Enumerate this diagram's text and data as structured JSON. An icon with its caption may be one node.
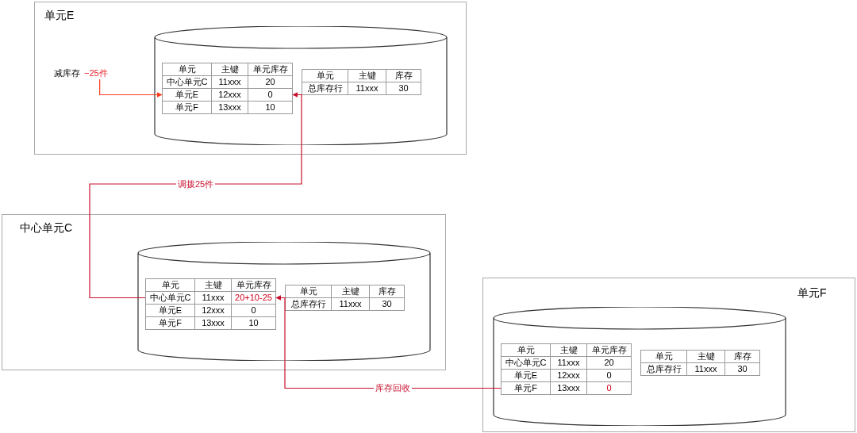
{
  "diagram": {
    "nodes": [
      {
        "text": [
          "单元E"
        ]
      },
      {
        "text": [],
        "shape": "cylinder",
        "in": 0
      },
      {
        "text": [
          "单元",
          "主键",
          "单元库存",
          "中心单元C",
          "11xxx",
          "20",
          "单元E",
          "12xxx",
          "0",
          "单元F",
          "13xxx",
          "10"
        ],
        "in": 1
      },
      {
        "text": [
          "单元",
          "主键",
          "库存",
          "总库存行",
          "11xxx",
          "30"
        ],
        "in": 1
      },
      {
        "text": [
          "减库存",
          "−25件"
        ],
        "in": 0
      },
      {
        "text": [
          "中心单元C"
        ]
      },
      {
        "text": [],
        "shape": "cylinder",
        "in": 5
      },
      {
        "text": [
          "单元",
          "主键",
          "单元库存",
          "中心单元C",
          "11xxx",
          "20+10-25",
          "单元E",
          "12xxx",
          "0",
          "单元F",
          "13xxx",
          "10"
        ],
        "in": 6
      },
      {
        "text": [
          "单元",
          "主键",
          "库存",
          "总库存行",
          "11xxx",
          "30"
        ],
        "in": 6
      },
      {
        "text": [
          "单元F"
        ]
      },
      {
        "text": [],
        "shape": "cylinder",
        "in": 9
      },
      {
        "text": [
          "单元",
          "主键",
          "单元库存",
          "中心单元C",
          "11xxx",
          "20",
          "单元E",
          "12xxx",
          "0",
          "单元F",
          "13xxx",
          "0"
        ],
        "in": 10
      },
      {
        "text": [
          "单元",
          "主键",
          "库存",
          "总库存行",
          "11xxx",
          "30"
        ],
        "in": 10
      }
    ],
    "edges": [
      {
        "from": 4,
        "to": 2,
        "arrow": "to",
        "color": "#ff3b1f"
      },
      {
        "from": 7,
        "to": 2,
        "arrow": "to",
        "label": "调拨25件"
      },
      {
        "from": 11,
        "to": 7,
        "arrow": "to",
        "label": "库存回收"
      }
    ]
  }
}
